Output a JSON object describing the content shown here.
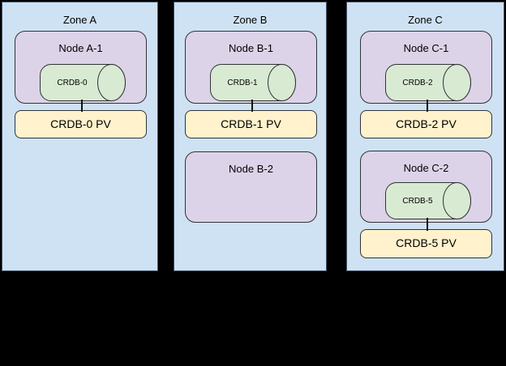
{
  "zones": [
    {
      "label": "Zone A",
      "nodes": [
        {
          "label": "Node A-1",
          "db": "CRDB-0",
          "pv": "CRDB-0 PV"
        }
      ]
    },
    {
      "label": "Zone B",
      "nodes": [
        {
          "label": "Node B-1",
          "db": "CRDB-1",
          "pv": "CRDB-1 PV"
        },
        {
          "label": "Node B-2"
        }
      ]
    },
    {
      "label": "Zone C",
      "nodes": [
        {
          "label": "Node C-1",
          "db": "CRDB-2",
          "pv": "CRDB-2 PV"
        },
        {
          "label": "Node C-2",
          "db": "CRDB-5",
          "pv": "CRDB-5 PV"
        }
      ]
    }
  ],
  "colors": {
    "canvas_bg": "#000000",
    "zone_fill": "#cfe2f3",
    "zone_border": "#44546a",
    "node_fill": "#ddd3e8",
    "db_fill": "#d9ead3",
    "pv_fill": "#fff2cc",
    "shape_border": "#2f3437",
    "line_color": "#111111",
    "text_color": "#000000"
  }
}
